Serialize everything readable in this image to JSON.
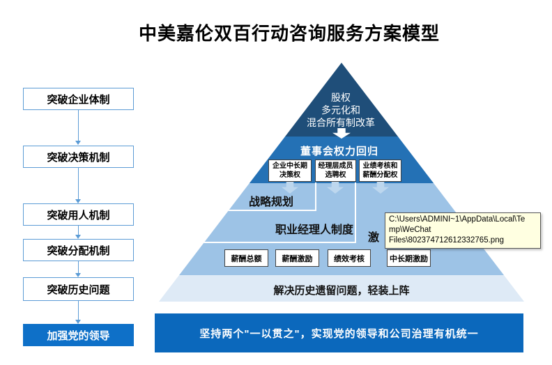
{
  "title": "中美嘉伦双百行动咨询服务方案模型",
  "colors": {
    "pyramid_level1": "#1F4E79",
    "pyramid_level2": "#2471B5",
    "pyramid_level3": "#9DC3E6",
    "pyramid_level4": "#DEEAF6",
    "bottom_bar": "#0B68BC",
    "highlight_box": "#0E70C8",
    "flow_border": "#5B9BD5",
    "tooltip_bg": "#FFFFE1"
  },
  "left_flow": {
    "items": [
      {
        "label": "突破企业体制"
      },
      {
        "label": "突破决策机制"
      },
      {
        "label": "突破用人机制"
      },
      {
        "label": "突破分配机制"
      },
      {
        "label": "突破历史问题"
      },
      {
        "label": "加强党的领导"
      }
    ]
  },
  "pyramid": {
    "level1": {
      "lines": [
        "股权",
        "多元化和",
        "混合所有制改革"
      ]
    },
    "level2": {
      "title": "董事会权力回归",
      "boxes": [
        {
          "lines": [
            "企业中长期",
            "决策权"
          ]
        },
        {
          "lines": [
            "经理层成员",
            "选聘权"
          ]
        },
        {
          "lines": [
            "业绩考核和",
            "薪酬分配权"
          ]
        }
      ]
    },
    "level3": {
      "labels": {
        "strategy": "战略规划",
        "manager": "职业经理人制度",
        "incentive": "激"
      },
      "boxes": [
        "薪酬总额",
        "薪酬激励",
        "绩效考核",
        "中长期激励"
      ]
    },
    "level4": {
      "label": "解决历史遗留问题，轻装上阵"
    }
  },
  "bottom_bar": {
    "label": "坚持两个\"一以贯之\"，实现党的领导和公司治理有机统一"
  },
  "tooltip": {
    "lines": [
      "C:\\Users\\ADMINI~1\\AppData\\Local\\Te",
      "mp\\WeChat",
      "Files\\802374712612332765.png"
    ]
  }
}
